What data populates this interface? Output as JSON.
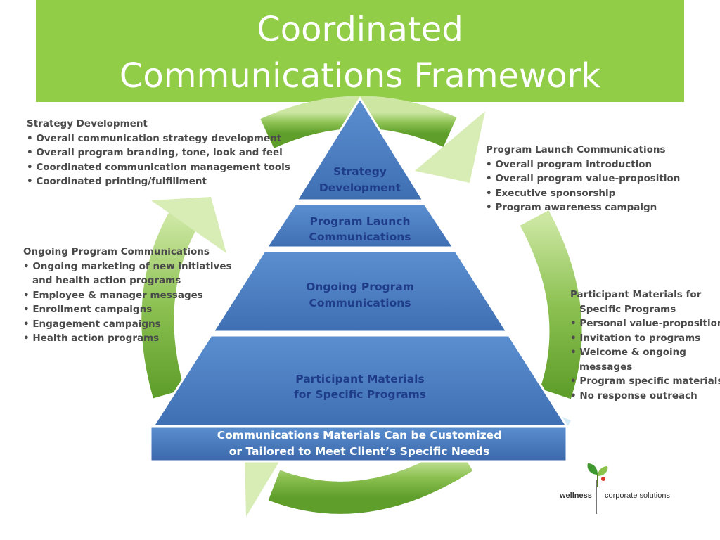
{
  "title": {
    "line1": "Coordinated",
    "line2": "Communications Framework"
  },
  "colors": {
    "title_band": "#92cd48",
    "title_text": "#ffffff",
    "pyramid_fill": "#4f81bd",
    "pyramid_text": "#1f3c88",
    "cycle_dark": "#6aa82f",
    "cycle_light": "#d8edb5",
    "note_text": "#4a4a4a"
  },
  "pyramid": {
    "tiers": [
      {
        "line1": "Strategy",
        "line2": "Development"
      },
      {
        "line1": "Program Launch",
        "line2": "Communications"
      },
      {
        "line1": "Ongoing Program",
        "line2": "Communications"
      },
      {
        "line1": "Participant Materials",
        "line2": "for Specific Programs"
      }
    ],
    "banner": {
      "line1": "Communications Materials Can be Customized",
      "line2": "or Tailored to Meet Client’s Specific Needs"
    }
  },
  "notes": {
    "strategy": {
      "heading": "Strategy Development",
      "bullets": [
        "• Overall communication strategy development",
        "• Overall program branding, tone, look and feel",
        "• Coordinated communication management tools",
        "• Coordinated printing/fulfillment"
      ]
    },
    "launch": {
      "heading": "Program Launch Communications",
      "bullets": [
        "• Overall program introduction",
        "• Overall program value-proposition",
        "• Executive sponsorship",
        "• Program awareness campaign"
      ]
    },
    "ongoing": {
      "heading": "Ongoing Program Communications",
      "bullets": [
        "• Ongoing marketing of new initiatives",
        "and health action programs",
        "• Employee & manager messages",
        "• Enrollment campaigns",
        "• Engagement campaigns",
        "• Health action programs"
      ]
    },
    "participant": {
      "heading": "Participant Materials for",
      "heading2": "Specific Programs",
      "bullets": [
        "• Personal value-proposition",
        "• Invitation to programs",
        "• Welcome & ongoing",
        "messages",
        "• Program specific materials",
        "• No response outreach"
      ]
    }
  },
  "logo": {
    "word1": "wellness",
    "word2": "corporate solutions",
    "leaf_icon": "sprout-icon"
  }
}
